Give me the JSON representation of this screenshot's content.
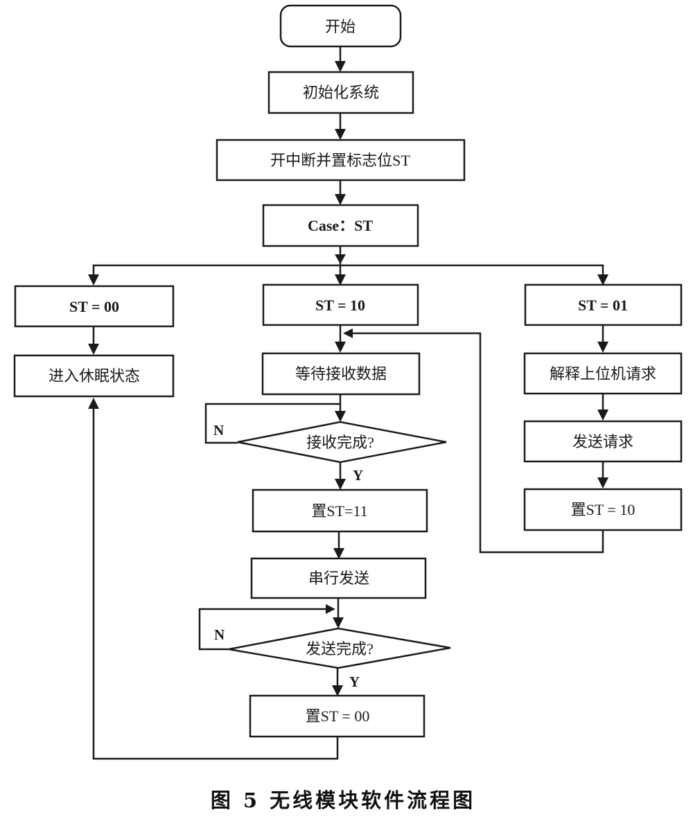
{
  "diagram": {
    "nodes": {
      "start": "开始",
      "init": "初始化系统",
      "enable_int": "开中断并置标志位ST",
      "case_st": "Case：ST",
      "st00": "ST = 00",
      "sleep": "进入休眠状态",
      "st10": "ST = 10",
      "wait_rx": "等待接收数据",
      "rx_done": "接收完成?",
      "set_st11": "置ST=11",
      "serial_tx": "串行发送",
      "tx_done": "发送完成?",
      "set_st00": "置ST = 00",
      "st01": "ST = 01",
      "parse_req": "解释上位机请求",
      "send_req": "发送请求",
      "set_st10": "置ST = 10"
    },
    "edge_labels": {
      "rx_no": "N",
      "rx_yes": "Y",
      "tx_no": "N",
      "tx_yes": "Y"
    },
    "caption": "图 5   无线模块软件流程图"
  }
}
